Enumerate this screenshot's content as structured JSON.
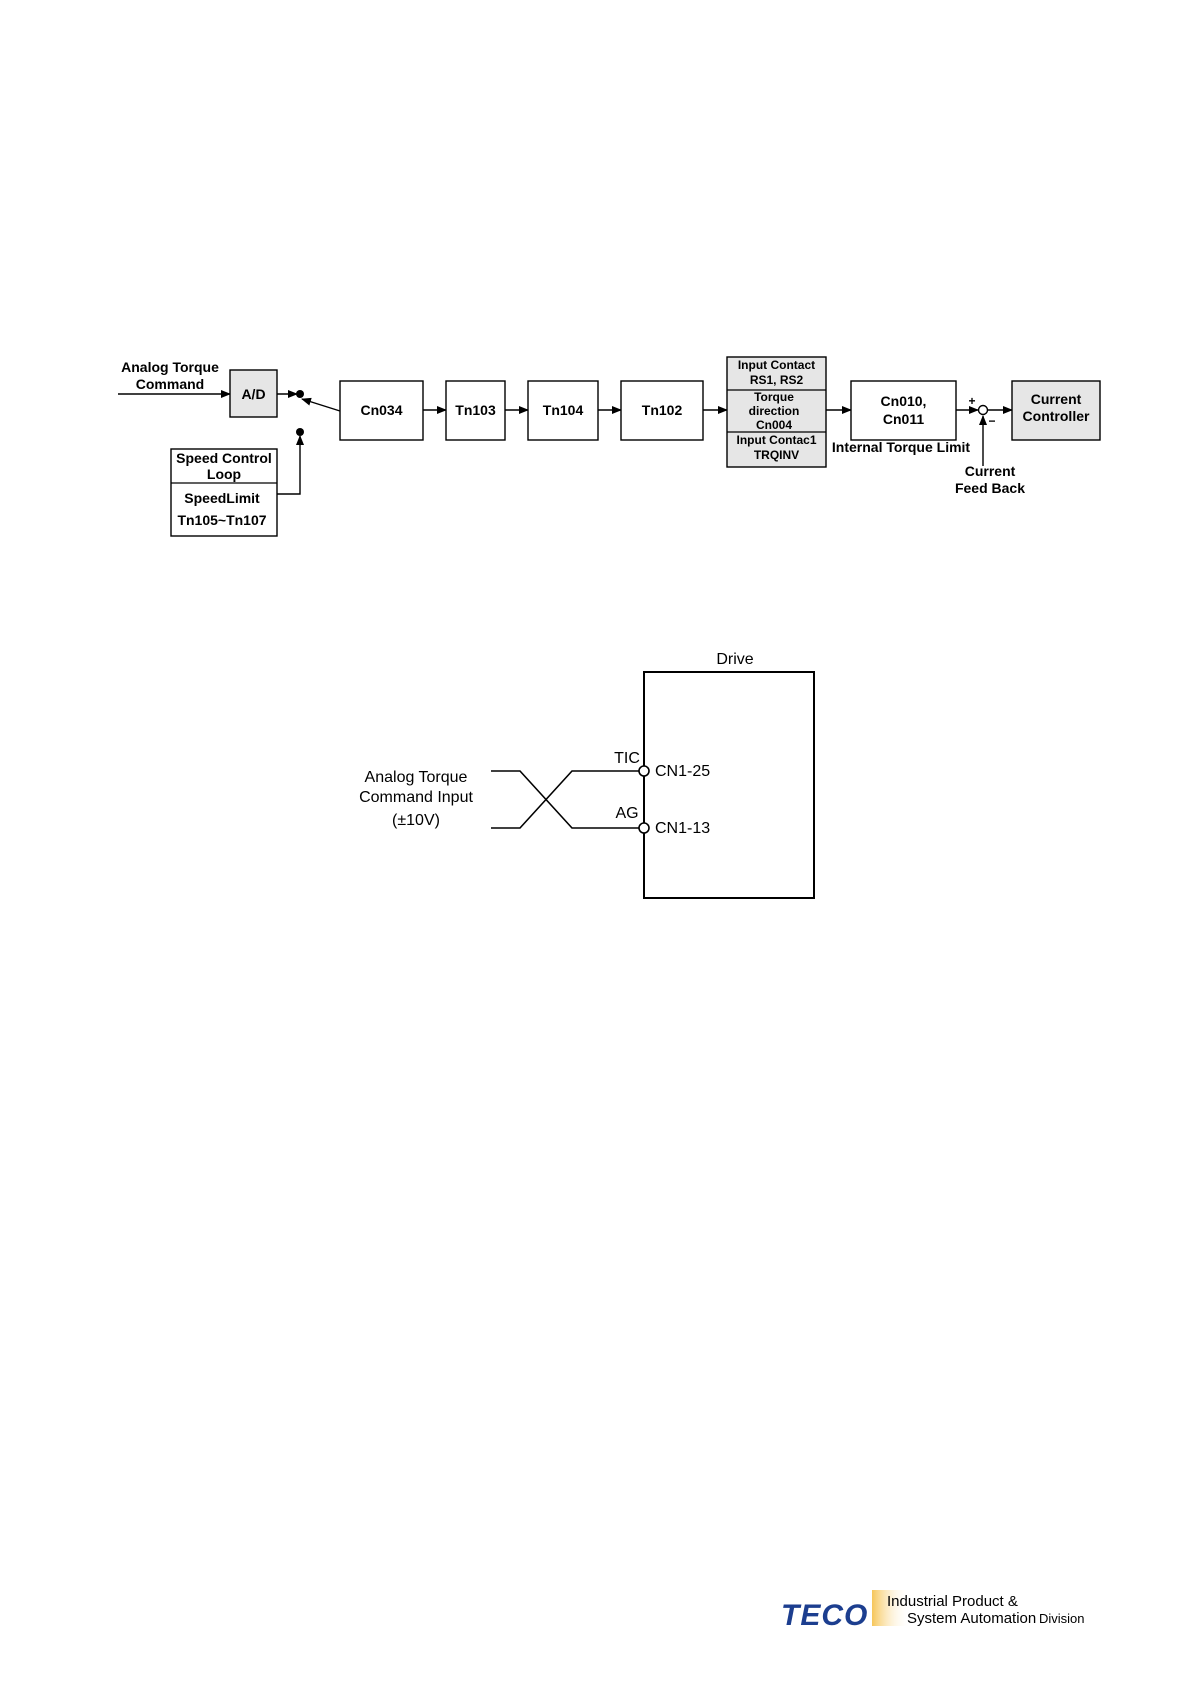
{
  "block_diagram": {
    "input_label": [
      "Analog Torque",
      "Command"
    ],
    "ad": "A/D",
    "speed_loop": {
      "title": [
        "Speed Control",
        "Loop"
      ],
      "line1": "SpeedLimit",
      "line2": "Tn105~Tn107"
    },
    "cn034": "Cn034",
    "tn103": "Tn103",
    "tn104": "Tn104",
    "tn102": "Tn102",
    "contact_stack": {
      "top": [
        "Input Contact",
        "RS1, RS2"
      ],
      "middle": [
        "Torque",
        "direction",
        "Cn004"
      ],
      "bottom": [
        "Input Contac1",
        "TRQINV"
      ]
    },
    "cn010": [
      "Cn010,",
      "Cn011"
    ],
    "internal_limit": "Internal Torque Limit",
    "sum_plus": "+",
    "sum_minus": "−",
    "feedback": [
      "Current",
      "Feed Back"
    ],
    "controller": [
      "Current",
      "Controller"
    ]
  },
  "wiring": {
    "drive": "Drive",
    "input_label": [
      "Analog Torque",
      "Command Input",
      "(±10V)"
    ],
    "tic": "TIC",
    "ag": "AG",
    "cn1_25": "CN1-25",
    "cn1_13": "CN1-13"
  },
  "footer": {
    "brand": "TECO",
    "line1": "Industrial Product &",
    "line2a": "System Automation",
    "line2b": "Division"
  },
  "colors": {
    "box_gray": "#e6e6e6",
    "brand_blue": "#1c3e8f",
    "logo_orange": "#f1a31d",
    "logo_yellow": "#fbe6a5"
  }
}
